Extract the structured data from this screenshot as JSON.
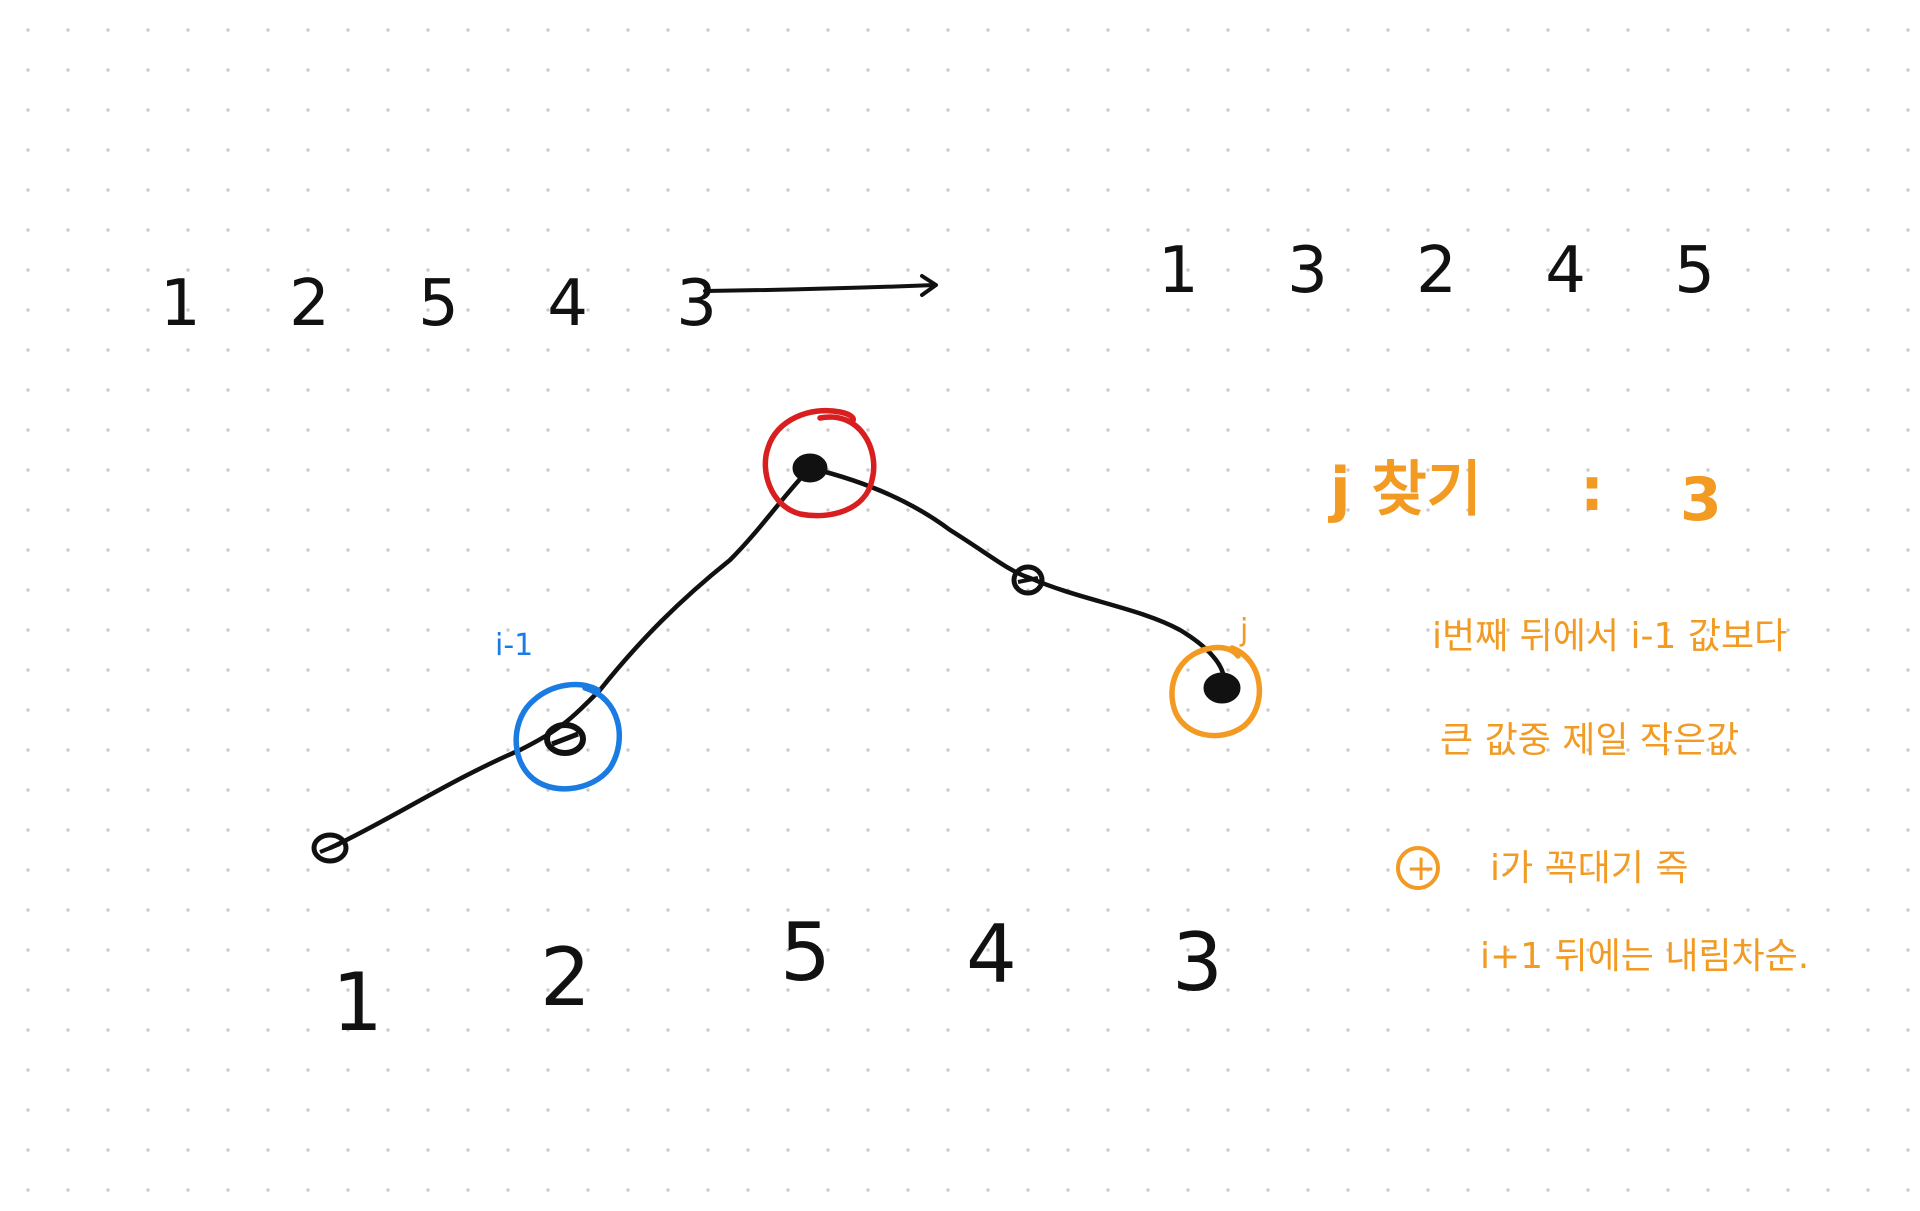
{
  "sequence": {
    "before": "1 2 5 4 3",
    "after": "1 3 2 4 5"
  },
  "axis_values": [
    "1",
    "2",
    "5",
    "4",
    "3"
  ],
  "point_labels": {
    "i_minus_1": "i-1",
    "j": "j"
  },
  "notes": {
    "find_j_label": "j 찾기",
    "find_j_colon": ":",
    "find_j_value": "3",
    "line1": "i번째 뒤에서 i-1 값보다",
    "line2": "큰 값중 제일 작은값",
    "line3_marker": "+",
    "line3": "i가 꼭대기 즉",
    "line4": "i+1 뒤에는 내림차순."
  },
  "colors": {
    "ink": "#111111",
    "peak_circle": "#d81e1e",
    "i_minus_1_circle": "#1a7be3",
    "j_circle": "#f29a22",
    "notes": "#f29a22"
  }
}
